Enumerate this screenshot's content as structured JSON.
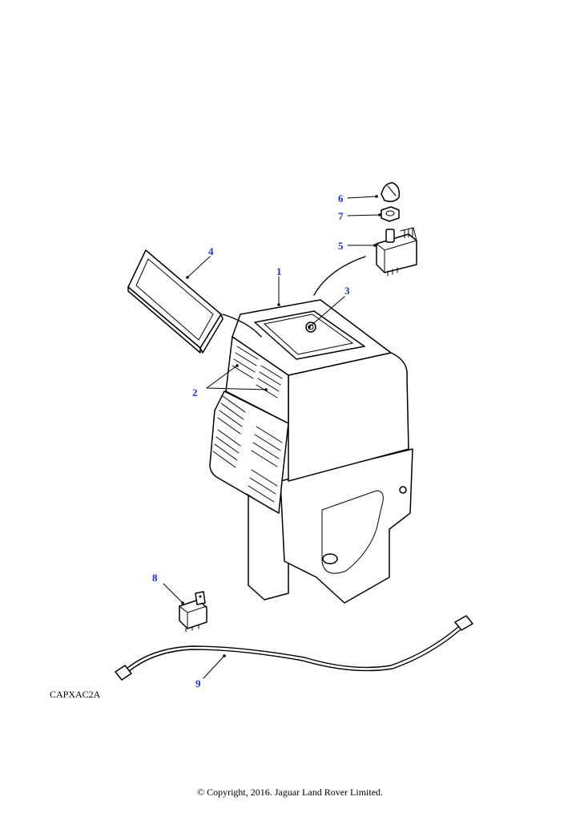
{
  "figure": {
    "reference_code": "CAPXAC2A",
    "copyright": "© Copyright, 2016. Jaguar Land Rover Limited."
  },
  "callouts": [
    {
      "id": "1",
      "label": "1"
    },
    {
      "id": "2",
      "label": "2"
    },
    {
      "id": "3",
      "label": "3"
    },
    {
      "id": "4",
      "label": "4"
    },
    {
      "id": "5",
      "label": "5"
    },
    {
      "id": "6",
      "label": "6"
    },
    {
      "id": "7",
      "label": "7"
    },
    {
      "id": "8",
      "label": "8"
    },
    {
      "id": "9",
      "label": "9"
    }
  ],
  "colors": {
    "callout": "#1a2fd6",
    "linework": "#000000",
    "background": "#ffffff"
  }
}
